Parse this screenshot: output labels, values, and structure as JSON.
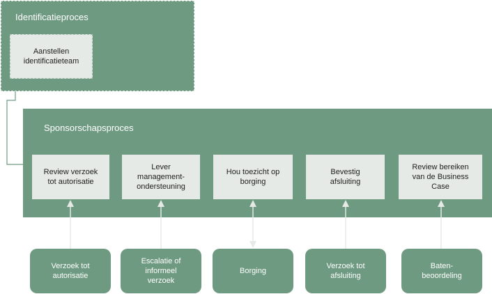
{
  "identificatie": {
    "title": "Identificatieproces",
    "step": "Aanstellen\nidentificatieteam"
  },
  "sponsorschap": {
    "title": "Sponsorschapsproces",
    "steps": [
      "Review verzoek\ntot autorisatie",
      "Lever\nmanagement-\nondersteuning",
      "Hou toezicht op\nborging",
      "Bevestig\nafsluiting",
      "Review bereiken\nvan de Business\nCase"
    ]
  },
  "inputs": [
    "Verzoek tot\nautorisatie",
    "Escalatie of\ninformeel\nverzoek",
    "Borging",
    "Verzoek tot\nafsluiting",
    "Baten-\nbeoordeling"
  ],
  "colors": {
    "box_fill": "#6f9a82",
    "step_fill": "#e5eae6",
    "dashed_border": "#d9e6dc"
  }
}
